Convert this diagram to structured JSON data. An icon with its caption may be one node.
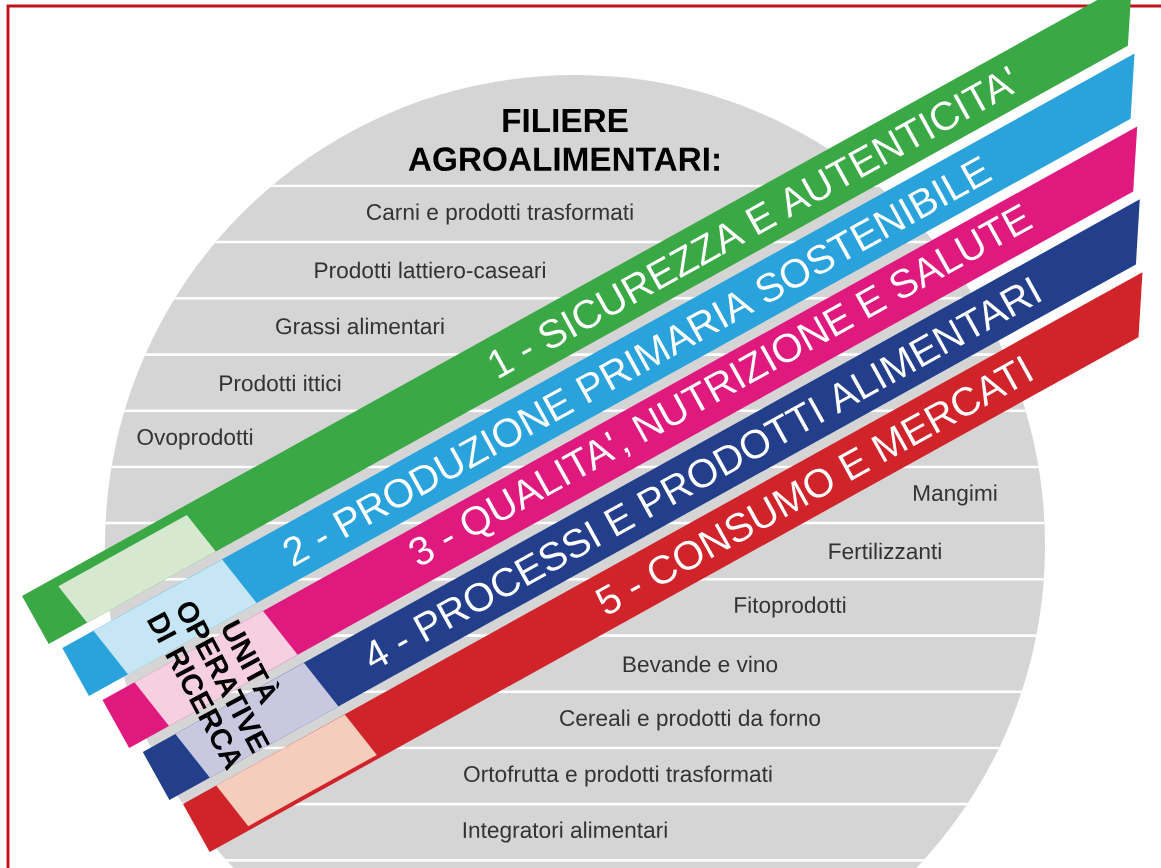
{
  "diagram": {
    "nodes": [
      {
        "text": [
          "FILIERE AGROALIMENTARI:"
        ]
      },
      {
        "text": [
          "1 - SICUREZZA E AUTENTICITA'"
        ]
      },
      {
        "text": [
          "2 - PRODUZIONE PRIMARIA SOSTENIBILE"
        ]
      },
      {
        "text": [
          "3 - QUALITA', NUTRIZIONE E SALUTE"
        ]
      },
      {
        "text": [
          "4 - PROCESSI E PRODOTTI ALIMENTARI"
        ]
      },
      {
        "text": [
          "5 - CONSUMO E MERCATI"
        ]
      },
      {
        "text": [
          "UNITÀ OPERATIVE DI RICERCA"
        ]
      }
    ],
    "labels": [
      "Carni e prodotti trasformati",
      "Prodotti lattiero-caseari",
      "Grassi alimentari",
      "Prodotti ittici",
      "Ovoprodotti",
      "Mangimi",
      "Fertilizzanti",
      "Fitoprodotti",
      "Bevande e vino",
      "Cereali e prodotti da forno",
      "Ortofrutta e prodotti trasformati",
      "Integratori alimentari"
    ]
  }
}
